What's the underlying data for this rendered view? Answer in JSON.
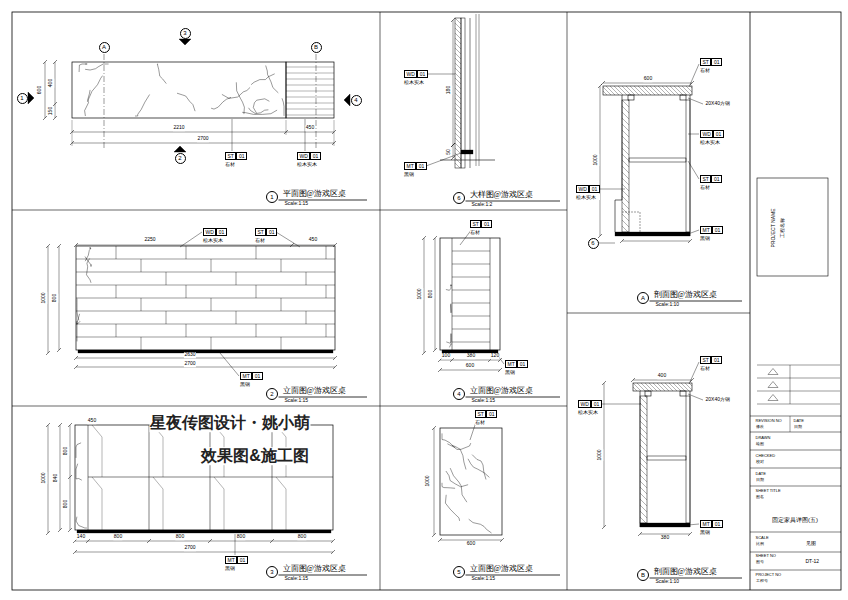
{
  "diagram": {
    "nodes": [
      {
        "text": [
          "A"
        ]
      },
      {
        "text": [
          "3"
        ]
      },
      {
        "text": [
          "B"
        ]
      },
      {
        "text": [
          "1"
        ]
      },
      {
        "text": [
          "4"
        ]
      },
      {
        "text": [
          "2"
        ]
      },
      {
        "text": [
          "ST",
          "01",
          "石材"
        ]
      },
      {
        "text": [
          "WD",
          "01",
          "松木实木"
        ]
      },
      {
        "text": [
          "1"
        ]
      },
      {
        "text": [
          "WD",
          "01",
          "松木实木"
        ]
      },
      {
        "text": [
          "ST",
          "01",
          "石材"
        ]
      },
      {
        "text": [
          "MT",
          "01",
          "黑钢"
        ]
      },
      {
        "text": [
          "2"
        ]
      },
      {
        "text": [
          "MT",
          "01",
          "黑钢"
        ]
      },
      {
        "text": [
          "3"
        ]
      },
      {
        "text": [
          "WD",
          "01",
          "松木实木"
        ]
      },
      {
        "text": [
          "MT",
          "01",
          "黑钢"
        ]
      },
      {
        "text": [
          "6"
        ]
      },
      {
        "text": [
          "ST",
          "01",
          "石材"
        ]
      },
      {
        "text": [
          "MT",
          "01",
          "黑钢"
        ]
      },
      {
        "text": [
          "4"
        ]
      },
      {
        "text": [
          "ST",
          "01",
          "石材"
        ]
      },
      {
        "text": [
          "5"
        ]
      },
      {
        "text": [
          "ST",
          "01",
          "石材"
        ]
      },
      {
        "text": [
          "WD",
          "01",
          "松木实木"
        ]
      },
      {
        "text": [
          "ST",
          "01",
          "石材"
        ]
      },
      {
        "text": [
          "WD",
          "01",
          "松木实木"
        ]
      },
      {
        "text": [
          "MT",
          "01",
          "黑钢"
        ]
      },
      {
        "text": [
          "6"
        ]
      },
      {
        "text": [
          "A"
        ]
      },
      {
        "text": [
          "ST",
          "01",
          "石材"
        ]
      },
      {
        "text": [
          "WD",
          "01",
          "松木实木"
        ]
      },
      {
        "text": [
          "MT",
          "01",
          "黑钢"
        ]
      },
      {
        "text": [
          "B"
        ]
      }
    ],
    "labels": [
      "600",
      "400",
      "150",
      "2210",
      "450",
      "2700",
      "平面图@游戏区桌",
      "Scale:1:15",
      "2250",
      "450",
      "1000",
      "800",
      "2630",
      "2700",
      "立面图@游戏区桌",
      "Scale:1:15",
      "450",
      "1000",
      "840",
      "800",
      "800",
      "140",
      "800",
      "800",
      "800",
      "800",
      "2700",
      "星夜传图设计・姚小萌",
      "效果图&施工图",
      "立面图@游戏区桌",
      "Scale:1:15",
      "180",
      "50",
      "大样图@游戏区桌",
      "Scale:1:2",
      "1000",
      "800",
      "100",
      "380",
      "120",
      "600",
      "立面图@游戏区桌",
      "Scale:1:15",
      "1000",
      "600",
      "立面图@游戏区桌",
      "Scale:1:15",
      "600",
      "20X40方钢",
      "1000",
      "剖面图@游戏区桌",
      "Scale:1:10",
      "400",
      "20X40方钢",
      "1000",
      "380",
      "剖面图@游戏区桌",
      "Scale:1:10",
      "PROJECT NAME",
      "工程名称",
      "REVISION NO",
      "修改",
      "DATE",
      "日期",
      "DRAWN",
      "绘图",
      "CHECKED",
      "校对",
      "DATE",
      "日期",
      "SHEET TITLE",
      "图名",
      "固定家具详图(五)",
      "SCALE",
      "比例",
      "见图",
      "SHEET NO",
      "图号",
      "DT-12",
      "PROJECT NO",
      "工程号"
    ]
  }
}
